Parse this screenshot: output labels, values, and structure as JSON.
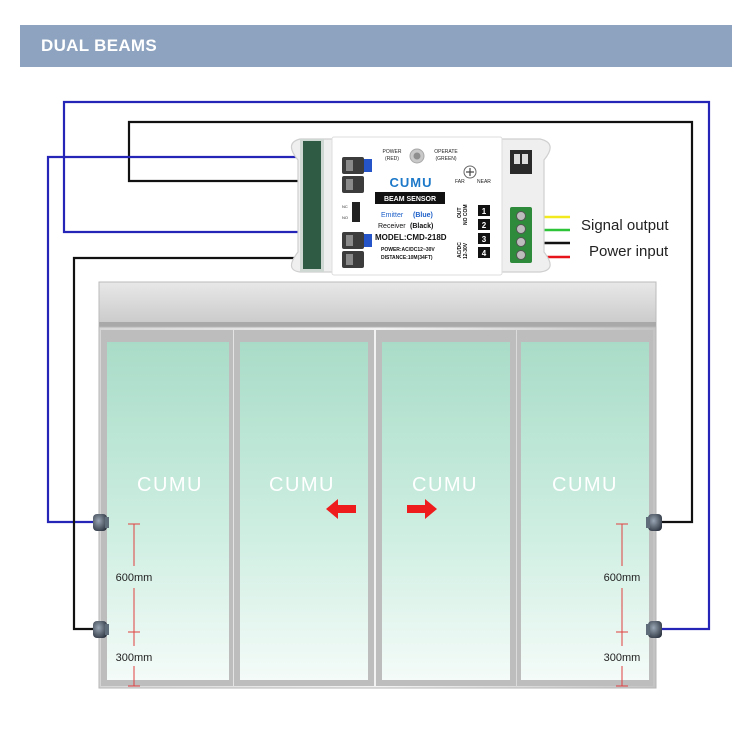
{
  "header": {
    "title": "DUAL BEAMS"
  },
  "sensor": {
    "power_label": "POWER",
    "power_color_label": "(RED)",
    "operate_label": "OPERATE",
    "operate_color_label": "(GREEN)",
    "brand": "CUMU",
    "far_label": "FAR",
    "near_label": "NEAR",
    "product_label": "BEAM SENSOR",
    "emitter_label": "Emitter",
    "emitter_color": "(Blue)",
    "receiver_label": "Receiver",
    "receiver_color": "(Black)",
    "model": "MODEL:CMD-218D",
    "power_spec": "POWER:AC/DC12~30V",
    "distance_spec": "DISTANCE:10M(34FT)",
    "nc_label": "NC",
    "no_label": "NO",
    "out_label": "OUT",
    "no_com_label": "NO COM",
    "acdc_label": "AC/DC",
    "volt_label": "12-30V",
    "terminals": [
      "1",
      "2",
      "3",
      "4"
    ]
  },
  "labels": {
    "signal_output": "Signal output",
    "power_input": "Power input"
  },
  "door": {
    "panel_brand": [
      "CUMU",
      "CUMU",
      "CUMU",
      "CUMU"
    ],
    "heights": [
      "600mm",
      "300mm",
      "600mm",
      "300mm"
    ]
  },
  "colors": {
    "header_bg": "#8ea3bf",
    "wire_blue": "#2525b8",
    "wire_black": "#111111",
    "wire_yellow": "#f2ea1e",
    "wire_green": "#2ec43a",
    "wire_red": "#e8141c",
    "glass": "#b7e3d2",
    "arrow_red": "#ee1c1c"
  }
}
